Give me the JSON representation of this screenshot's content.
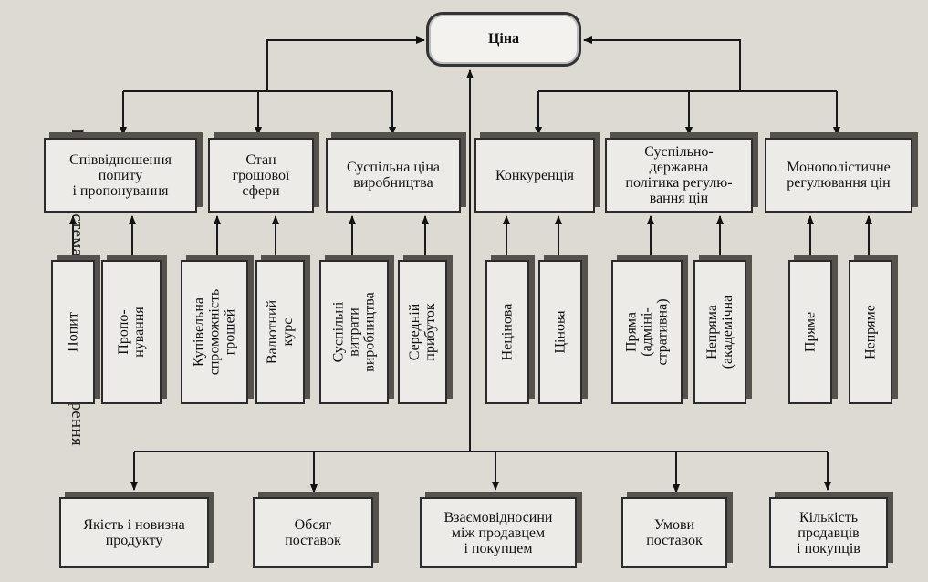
{
  "caption": "Рис. 37. Система чинників ціноутворення",
  "center": "Ціна",
  "factors": [
    "Співвідношення\nпопиту\nі пропонування",
    "Стан\nгрошової\nсфери",
    "Суспільна ціна\nвиробництва",
    "Конкуренція",
    "Суспільно-\nдержавна\nполітика регулю-\nвання цін",
    "Монополістичне\nрегулювання цін"
  ],
  "subfactors": [
    "Попит",
    "Пропо-\nнування",
    "Купівельна\nспроможність\nгрошей",
    "Валютний\nкурс",
    "Суспільні\nвитрати\nвиробництва",
    "Середній\nприбуток",
    "Нецінова",
    "Цінова",
    "Пряма\n(адміні-\nстративна)",
    "Непряма\n(академічна",
    "Пряме",
    "Непряме"
  ],
  "bottom": [
    "Якість і новизна\nпродукту",
    "Обсяг\nпоставок",
    "Взаємовідносини\nміж продавцем\nі покупцем",
    "Умови\nпоставок",
    "Кількість\nпродавців\nі покупців"
  ]
}
